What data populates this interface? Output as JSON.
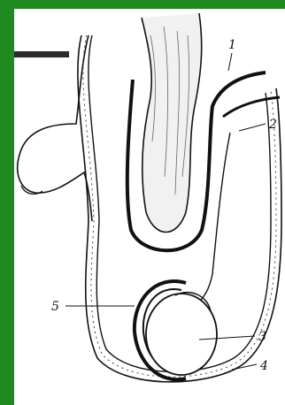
{
  "colors": {
    "frame": "#1f8a1f",
    "panel": "#ffffff",
    "ink": "#111111"
  },
  "labels": [
    {
      "id": "1",
      "text": "1"
    },
    {
      "id": "2",
      "text": "2"
    },
    {
      "id": "3",
      "text": "3"
    },
    {
      "id": "4",
      "text": "4"
    },
    {
      "id": "5",
      "text": "5"
    }
  ]
}
